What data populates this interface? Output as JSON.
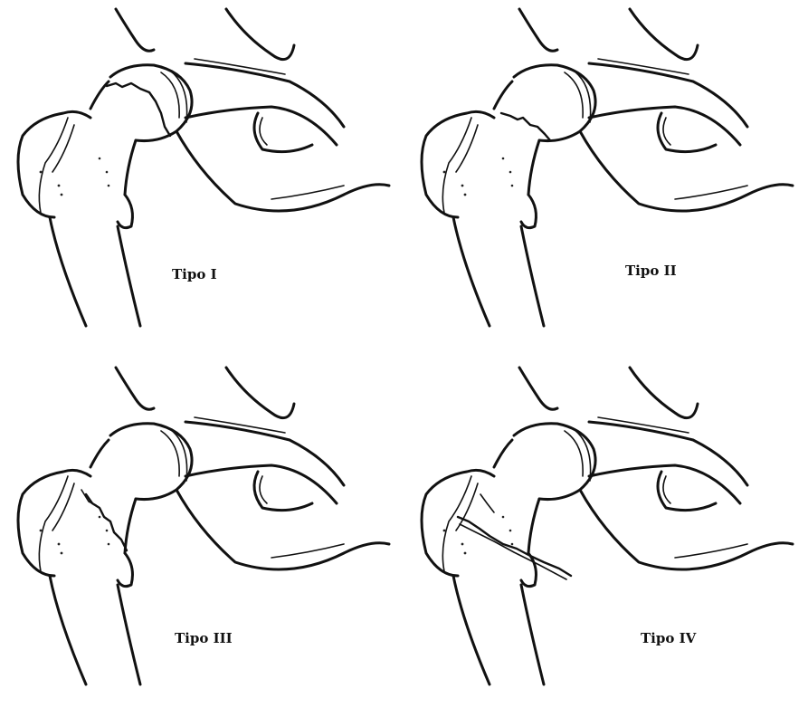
{
  "panels": [
    {
      "label": "Tipo I"
    },
    {
      "label": "Tipo II"
    },
    {
      "label": "Tipo III"
    },
    {
      "label": "Tipo IV"
    }
  ]
}
